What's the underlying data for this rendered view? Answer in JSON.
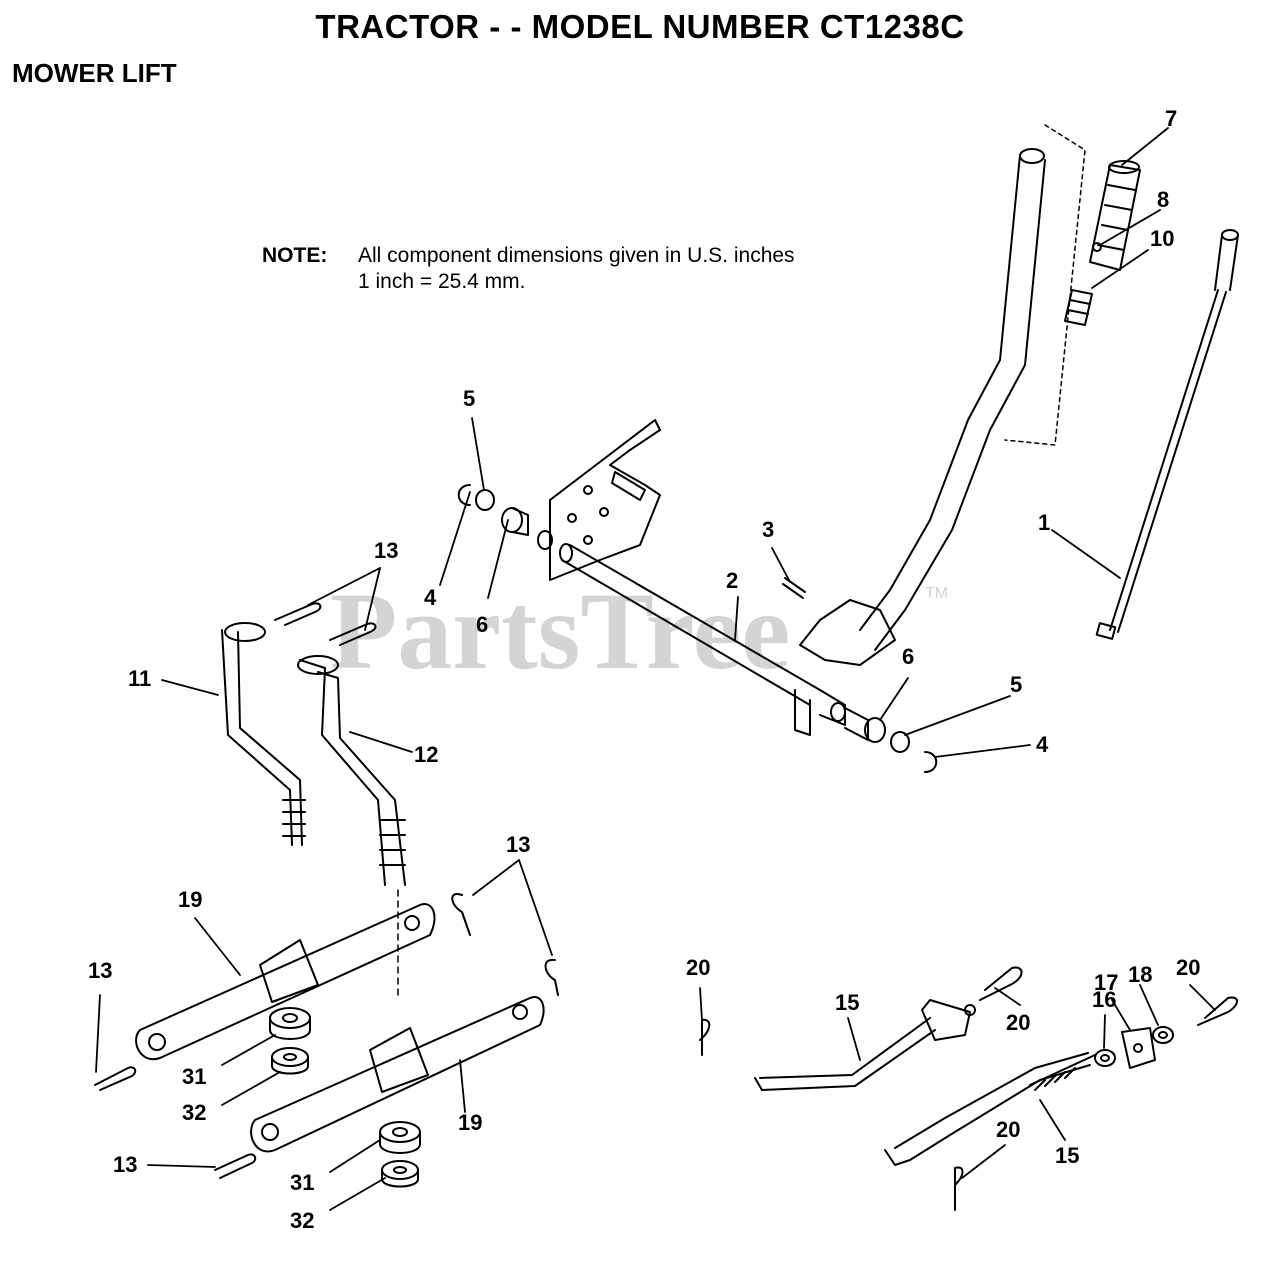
{
  "header": {
    "title": "TRACTOR - - MODEL NUMBER CT1238C",
    "subtitle": "MOWER LIFT"
  },
  "note": {
    "label": "NOTE:",
    "line1": "All component dimensions given in U.S. inches",
    "line2": "1 inch = 25.4 mm."
  },
  "watermark": {
    "text": "PartsTree",
    "tm": "TM"
  },
  "callouts": {
    "c1": "1",
    "c2": "2",
    "c3": "3",
    "c4a": "4",
    "c4b": "4",
    "c5a": "5",
    "c5b": "5",
    "c6a": "6",
    "c6b": "6",
    "c7": "7",
    "c8": "8",
    "c10": "10",
    "c11": "11",
    "c12": "12",
    "c13a": "13",
    "c13b": "13",
    "c13c": "13",
    "c13d": "13",
    "c15a": "15",
    "c15b": "15",
    "c16": "16",
    "c17": "17",
    "c18": "18",
    "c19a": "19",
    "c19b": "19",
    "c20a": "20",
    "c20b": "20",
    "c20c": "20",
    "c20d": "20",
    "c31a": "31",
    "c31b": "31",
    "c32a": "32",
    "c32b": "32"
  }
}
